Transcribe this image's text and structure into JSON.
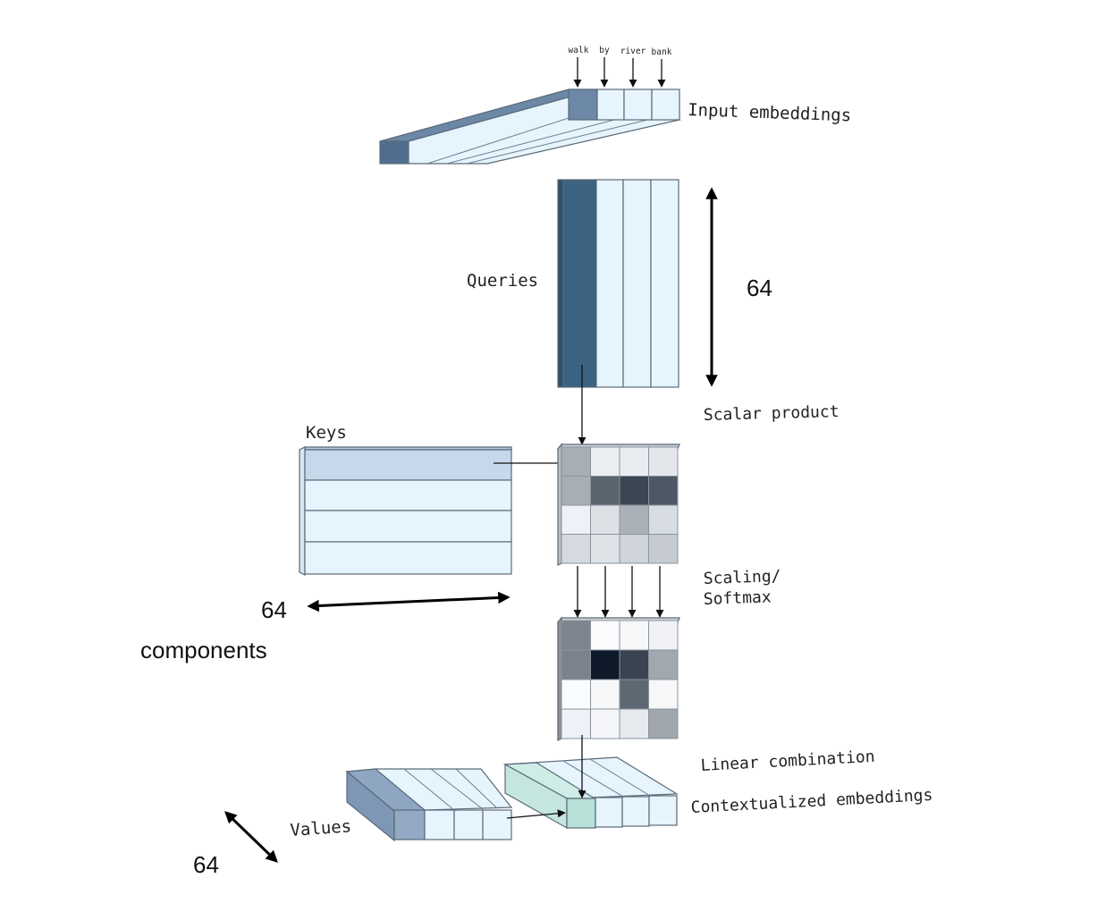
{
  "tokens": [
    "walk",
    "by",
    "river",
    "bank"
  ],
  "labels": {
    "input_embeddings": "Input embeddings",
    "queries": "Queries",
    "queries_dim": "64",
    "scalar_product": "Scalar product",
    "keys": "Keys",
    "keys_dim": "64",
    "components": "components",
    "scaling_line1": "Scaling/",
    "scaling_line2": "Softmax",
    "linear_combination": "Linear combination",
    "contextualized_embeddings": "Contextualized embeddings",
    "values": "Values",
    "values_dim": "64"
  },
  "colors": {
    "dark_blue": "#3b6281",
    "mid_blue": "#6c88a6",
    "light_blue": "#e6f4fd",
    "key_highlight": "#c6d9ea",
    "value_highlight": "#93a9c4",
    "teal_light": "#cfece7",
    "teal": "#b6e0d8"
  },
  "score_matrix": [
    [
      "#a7aeb6",
      "#eaedf1",
      "#e9ecf0",
      "#e3e6ea"
    ],
    [
      "#a9aeb5",
      "#5b6570",
      "#3a4652",
      "#4e5864"
    ],
    [
      "#eef1f5",
      "#dde1e6",
      "#aab0b8",
      "#d8dde3"
    ],
    [
      "#d6dae0",
      "#dfe3e8",
      "#cfd3da",
      "#c6cbd2"
    ]
  ],
  "softmax_matrix": [
    [
      "#7d858e",
      "#fbfbfd",
      "#f5f7f9",
      "#f0f2f5"
    ],
    [
      "#7a828c",
      "#0e1a2a",
      "#3a4450",
      "#a2a8b0"
    ],
    [
      "#fafbfd",
      "#f6f8fa",
      "#5e6872",
      "#f6f7f9"
    ],
    [
      "#eef1f5",
      "#f3f5f8",
      "#e7eaee",
      "#a0a6ae"
    ]
  ]
}
